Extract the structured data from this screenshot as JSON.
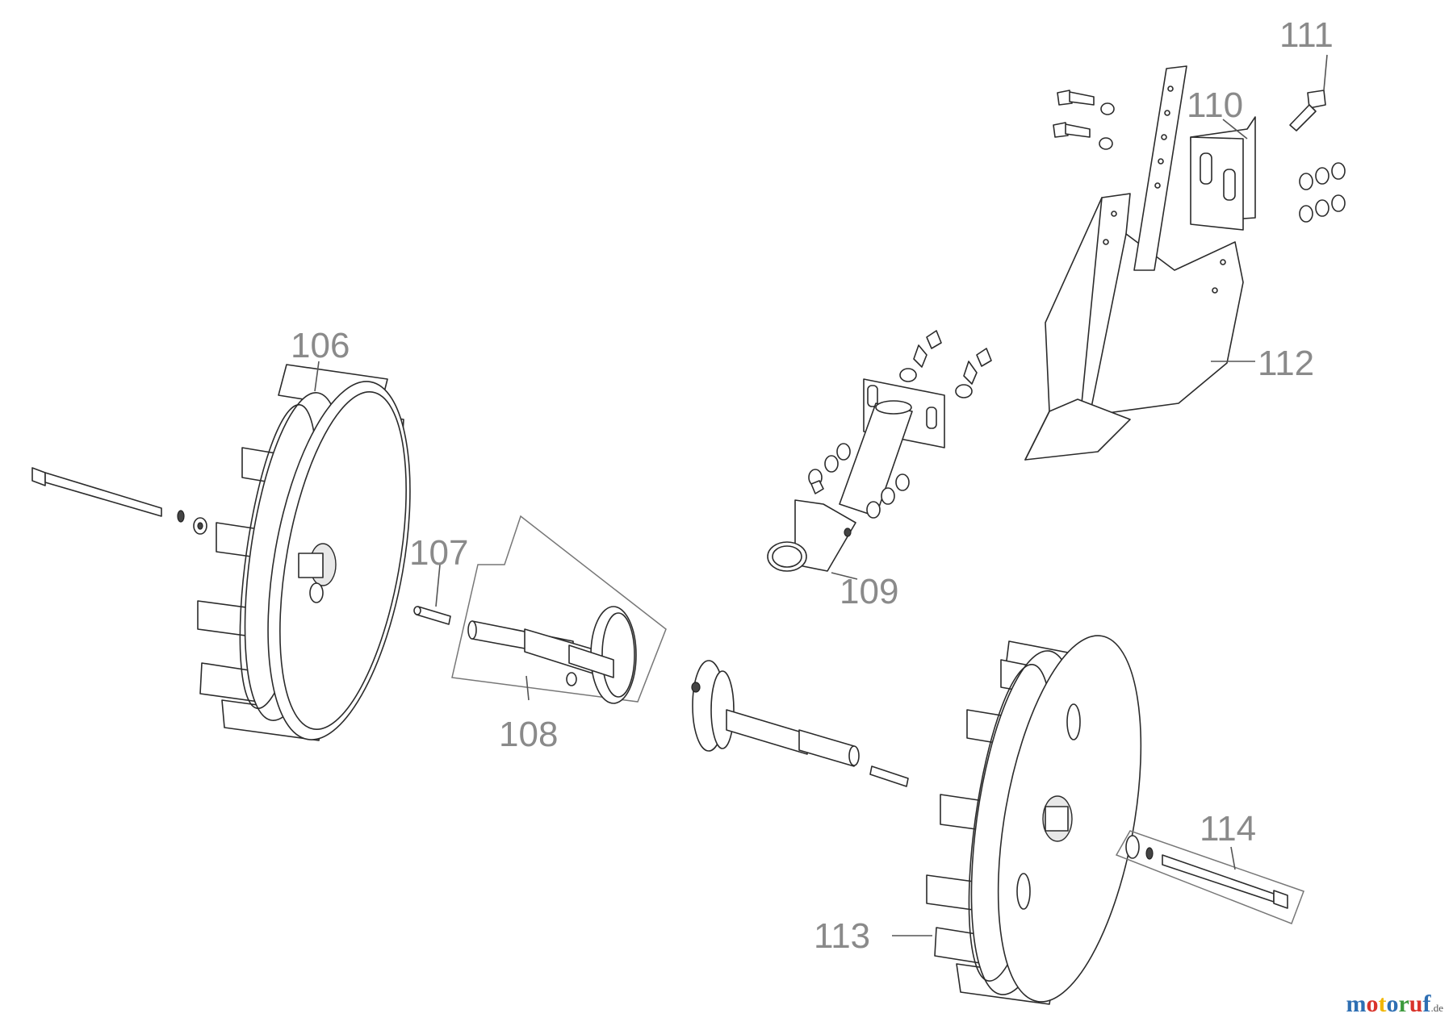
{
  "labels": {
    "p106": "106",
    "p107": "107",
    "p108": "108",
    "p109": "109",
    "p110": "110",
    "p111": "111",
    "p112": "112",
    "p113": "113",
    "p114": "114"
  },
  "watermark": {
    "text": "motoruf",
    "suffix": ".de",
    "colors": [
      "#2e6fb3",
      "#d9342b",
      "#f2b705",
      "#2e6fb3",
      "#3c9a3c",
      "#d9342b",
      "#2e6fb3"
    ]
  }
}
